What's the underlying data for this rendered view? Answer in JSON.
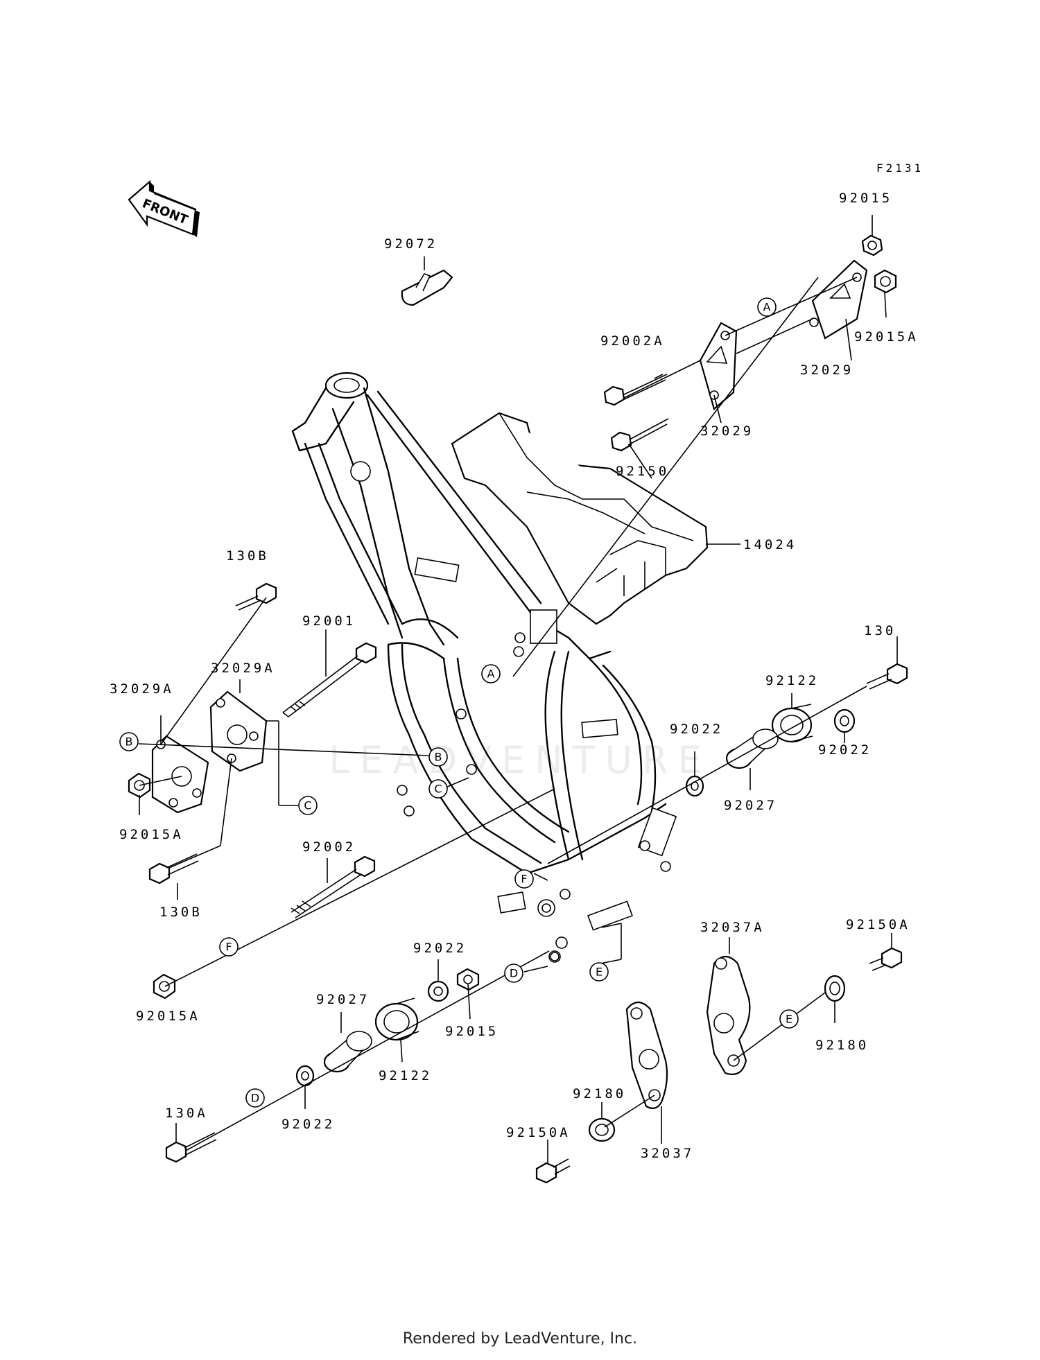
{
  "diagram": {
    "code": "F2131",
    "direction_label": "FRONT",
    "watermark": "LEADVENTURE",
    "footer": "Rendered by LeadVenture, Inc.",
    "parts": {
      "p92072": "92072",
      "p92015_top": "92015",
      "p92015A_top": "92015A",
      "p92002A": "92002A",
      "p32029_a": "32029",
      "p32029_b": "32029",
      "p92150": "92150",
      "p14024": "14024",
      "p130B_top": "130B",
      "p32029A_left": "32029A",
      "p32029A_right": "32029A",
      "p92001": "92001",
      "p130": "130",
      "p92122_right": "92122",
      "p92022_right_a": "92022",
      "p92022_right_b": "92022",
      "p92027_right": "92027",
      "p92015A_left": "92015A",
      "p130B_bottom": "130B",
      "p92002": "92002",
      "p92015A_bottom": "92015A",
      "p92022_mid": "92022",
      "p92015_mid": "92015",
      "p92027_mid": "92027",
      "p92122_mid": "92122",
      "p130A": "130A",
      "p92022_bottom": "92022",
      "p32037A": "32037A",
      "p92150A_right": "92150A",
      "p92180_right": "92180",
      "p92180_mid": "92180",
      "p92150A_mid": "92150A",
      "p32037": "32037"
    },
    "callouts": {
      "A": "A",
      "B": "B",
      "C": "C",
      "D": "D",
      "E": "E",
      "F": "F"
    }
  }
}
